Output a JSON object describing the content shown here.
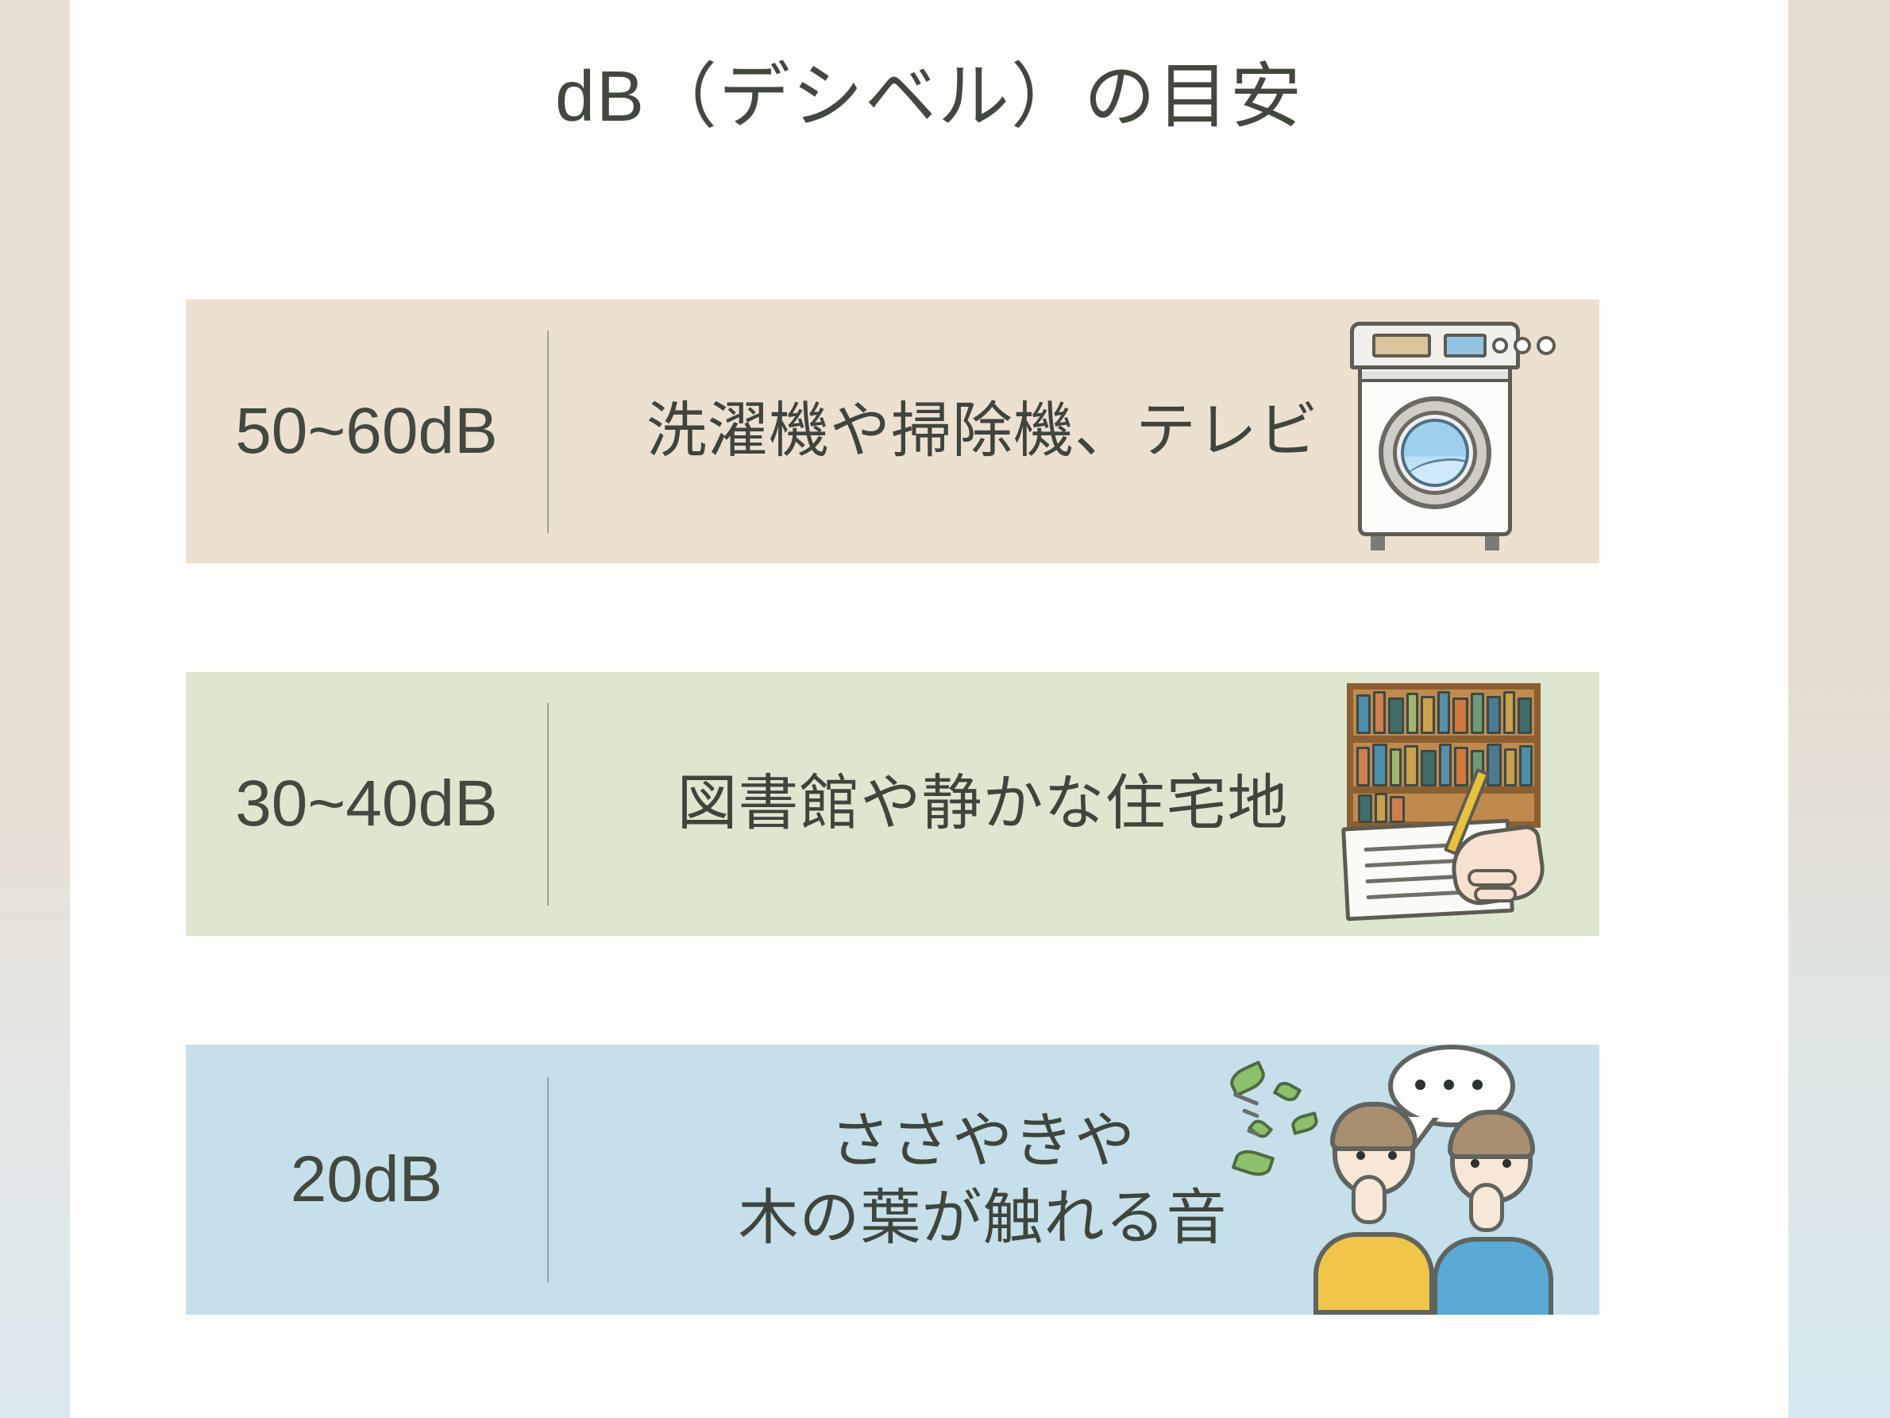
{
  "page": {
    "title": "dB（デシベル）の目安",
    "background_color": "#fdfdfc",
    "text_color": "#43483f"
  },
  "rows": [
    {
      "id": "row-1",
      "db_label": "50~60dB",
      "description_line1": "洗濯機や掃除機、テレビ",
      "description_line2": "",
      "background_color": "#ece0d1",
      "icon": "washing-machine-icon"
    },
    {
      "id": "row-2",
      "db_label": "30~40dB",
      "description_line1": "図書館や静かな住宅地",
      "description_line2": "",
      "background_color": "#dde7cf",
      "icon": "bookshelf-writing-icon"
    },
    {
      "id": "row-3",
      "db_label": "20dB",
      "description_line1": "ささやきや",
      "description_line2": "木の葉が触れる音",
      "background_color": "#c5e0ea",
      "icon": "two-people-whispering-icon"
    }
  ]
}
